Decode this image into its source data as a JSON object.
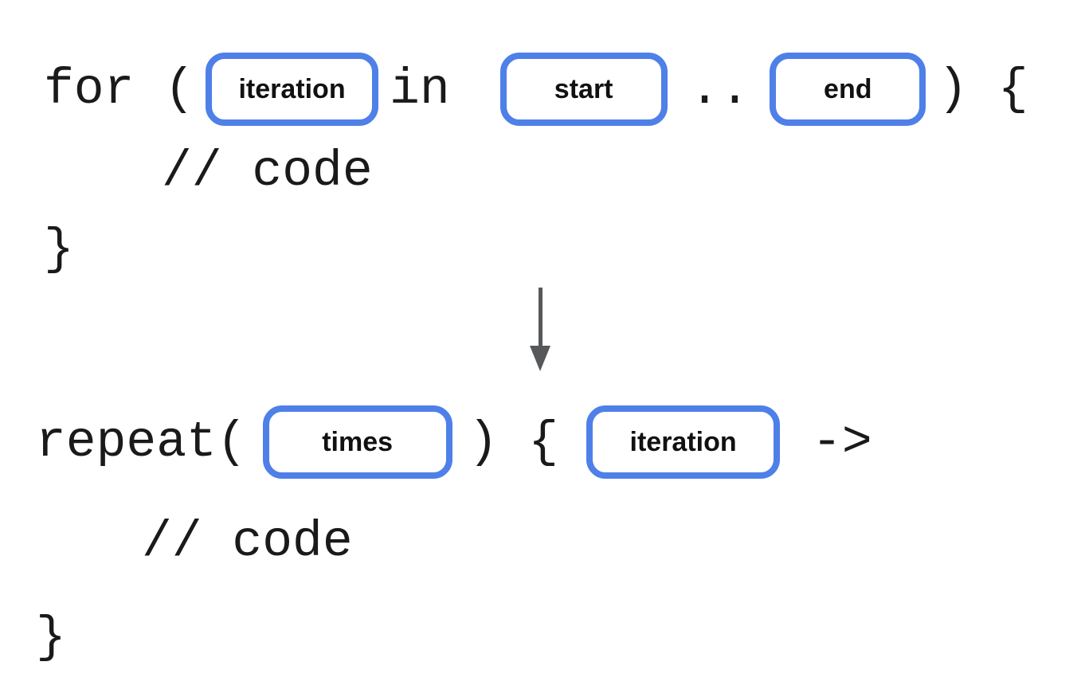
{
  "colors": {
    "background": "#ffffff",
    "code_text": "#1a1a1a",
    "slot_text": "#111111",
    "slot_border": "#4e80e8",
    "arrow": "#56585a"
  },
  "for_block": {
    "open_keyword": "for (",
    "slot_iteration": "iteration",
    "in_keyword": "in",
    "slot_start": "start",
    "range_operator": "..",
    "slot_end": "end",
    "close_paren_brace": ") {",
    "body_comment": "// code",
    "closing_brace": "}"
  },
  "arrow": {
    "icon": "down-arrow",
    "meaning": "transforms into"
  },
  "repeat_block": {
    "open_keyword": "repeat(",
    "slot_times": "times",
    "close_paren_brace": ") {",
    "slot_iteration": "iteration",
    "lambda_operator": "->",
    "body_comment": "// code",
    "closing_brace": "}"
  }
}
